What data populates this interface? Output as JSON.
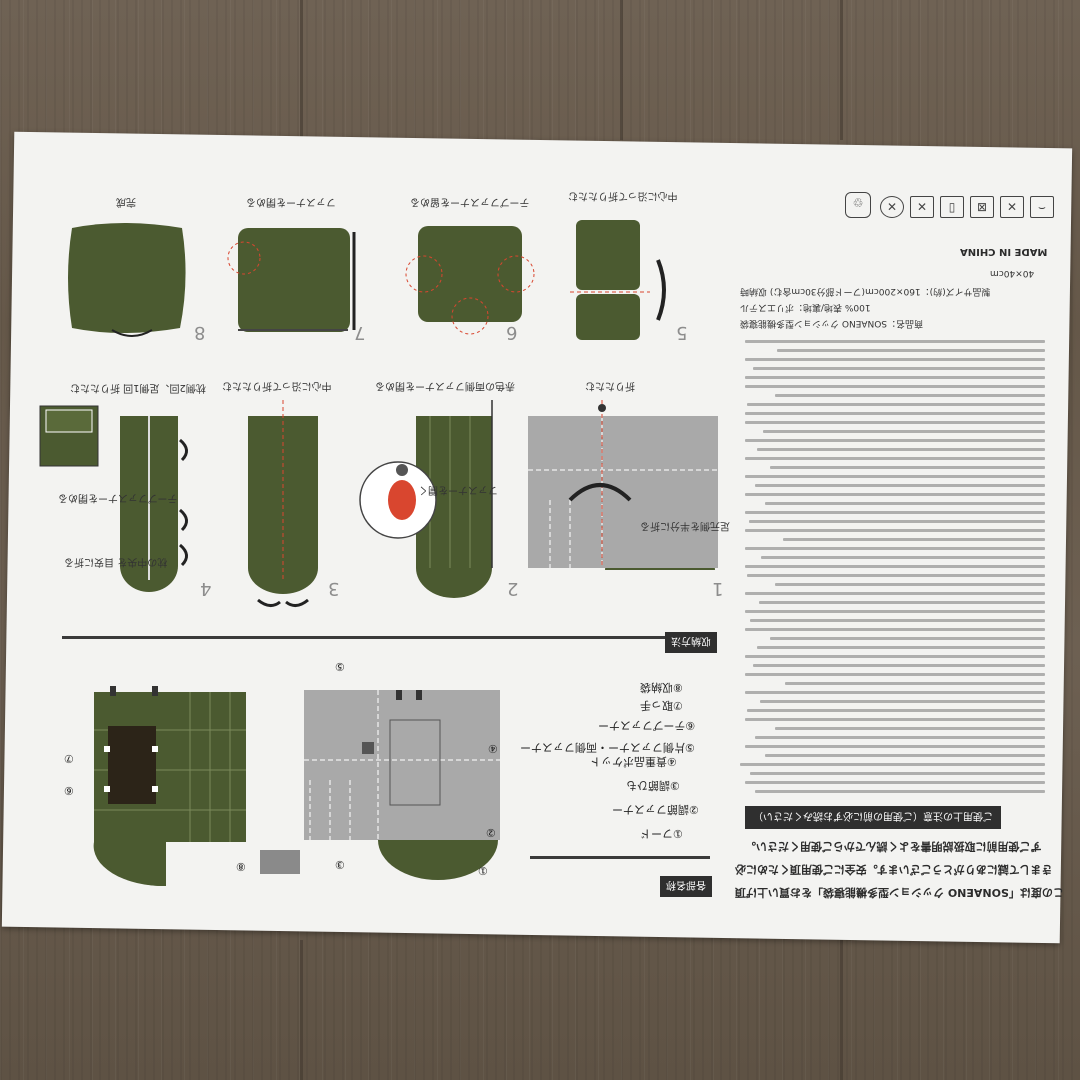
{
  "intro": {
    "line1": "この度は「SONAENO クッション型多機能寝袋」をお買い上げ頂",
    "line2": "きまして誠にありがとうございます。安全にご使用頂くために必",
    "line3": "ずご使用前に取扱説明書をよく読んでからご使用ください。"
  },
  "warning": {
    "label": "ご使用上の注意（ご使用の前に必ずお読みください）"
  },
  "made_in": "MADE IN CHINA",
  "meta": {
    "size": "40×40cm",
    "spec": "製品サイズ(約)：160×200cm(フード部分30cm含む)  収納時",
    "material": "100%  表地/裏地：ポリエステル",
    "name": "商品名：SONAENO クッション型多機能寝袋"
  },
  "care_icons": [
    "hand-wash-icon",
    "no-bleach-icon",
    "no-tumble-dry-icon",
    "line-dry-icon",
    "no-iron-icon",
    "no-dry-clean-icon"
  ],
  "parts": {
    "section_label": "各部名称",
    "items": [
      "①フード",
      "②調節ファスナー",
      "③調節ひも",
      "④貴重品ポケット",
      "⑤片側ファスナー・両側ファスナー",
      "⑥テープファスナー",
      "⑦取っ手",
      "⑧収納袋"
    ],
    "callouts": [
      "①",
      "②",
      "③",
      "④",
      "⑤",
      "⑥",
      "⑦",
      "⑧"
    ]
  },
  "storage": {
    "section_label": "収納方法",
    "step_captions": {
      "s1": "折りたたむ",
      "s1b": "足元側を半分に折る",
      "s2": "赤色の両側ファスナーを閉める",
      "s2b": "ファスナーを開く",
      "s3": "中心に沿って折りたたむ",
      "s4": "枕側2回、足側1回 折りたたむ",
      "s4b": "テープファスナーを閉める",
      "s4c": "枕の中央を 目安に折る",
      "s5": "中心に沿って折りたたむ",
      "s6": "テープファスナーを留める",
      "s7": "ファスナーを閉める",
      "s8": "完成"
    },
    "step_numbers": [
      "1",
      "2",
      "3",
      "4",
      "5",
      "6",
      "7",
      "8"
    ]
  },
  "colors": {
    "olive": "#4b5a30",
    "olive_dark": "#3c4a26",
    "grey": "#a9a9a9",
    "red": "#d9462f",
    "paper": "#f3f3f1"
  }
}
